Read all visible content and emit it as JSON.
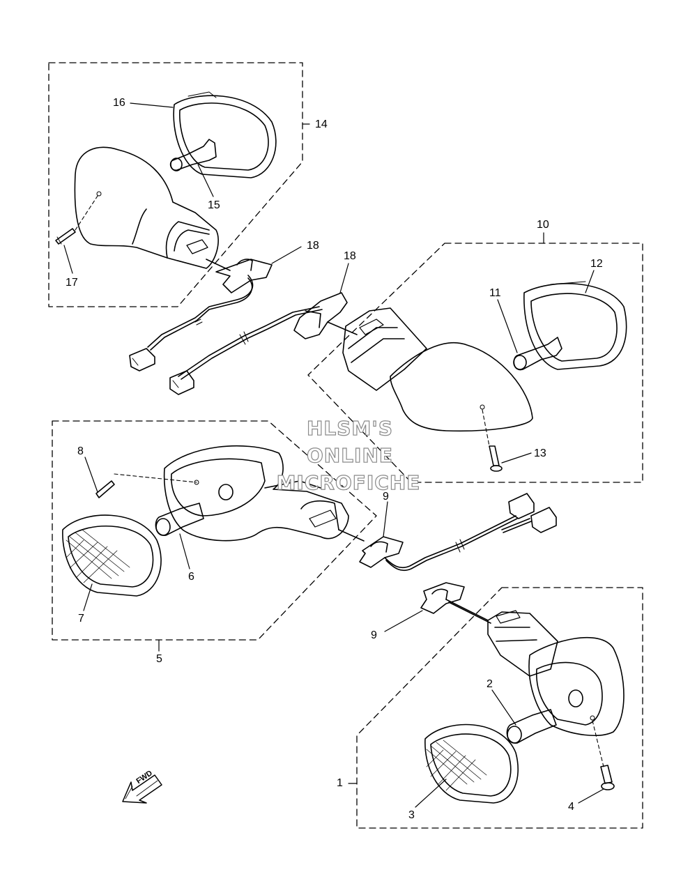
{
  "diagram": {
    "callouts": {
      "c1": "1",
      "c2": "2",
      "c3": "3",
      "c4": "4",
      "c5": "5",
      "c6": "6",
      "c7": "7",
      "c8": "8",
      "c9a": "9",
      "c9b": "9",
      "c10": "10",
      "c11": "11",
      "c12": "12",
      "c13": "13",
      "c14": "14",
      "c15": "15",
      "c16": "16",
      "c17": "17",
      "c18a": "18",
      "c18b": "18"
    },
    "watermark": {
      "line1": "HLSM'S",
      "line2": "ONLINE",
      "line3": "MICROFICHE"
    },
    "fwd_label": "FWD"
  },
  "colors": {
    "ink": "#000000",
    "paper": "#ffffff",
    "watermark_stroke": "#8a8a8a"
  }
}
